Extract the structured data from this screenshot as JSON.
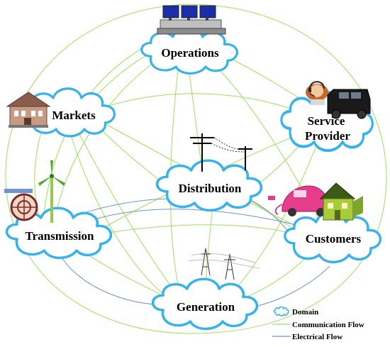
{
  "colors": {
    "communication": "#9ee05a",
    "electrical": "#6f95c9",
    "cloud_fill": "#ffffff",
    "cloud_stroke": "#36b2ec"
  },
  "nodes": {
    "operations": "Operations",
    "markets": "Markets",
    "service_provider_line1": "Service",
    "service_provider_line2": "Provider",
    "distribution": "Distribution",
    "transmission": "Transmission",
    "customers": "Customers",
    "generation": "Generation"
  },
  "legend": {
    "domain": "Domain",
    "communication_flow": "Communication Flow",
    "electrical_flow": "Electrical Flow"
  },
  "icons": [
    "control-room-monitors-icon",
    "market-building-icon",
    "call-center-agent-icon",
    "service-van-icon",
    "power-pole-icon",
    "wind-turbine-icon",
    "water-turbine-icon",
    "electric-car-icon",
    "house-icon",
    "transmission-tower-icon"
  ]
}
